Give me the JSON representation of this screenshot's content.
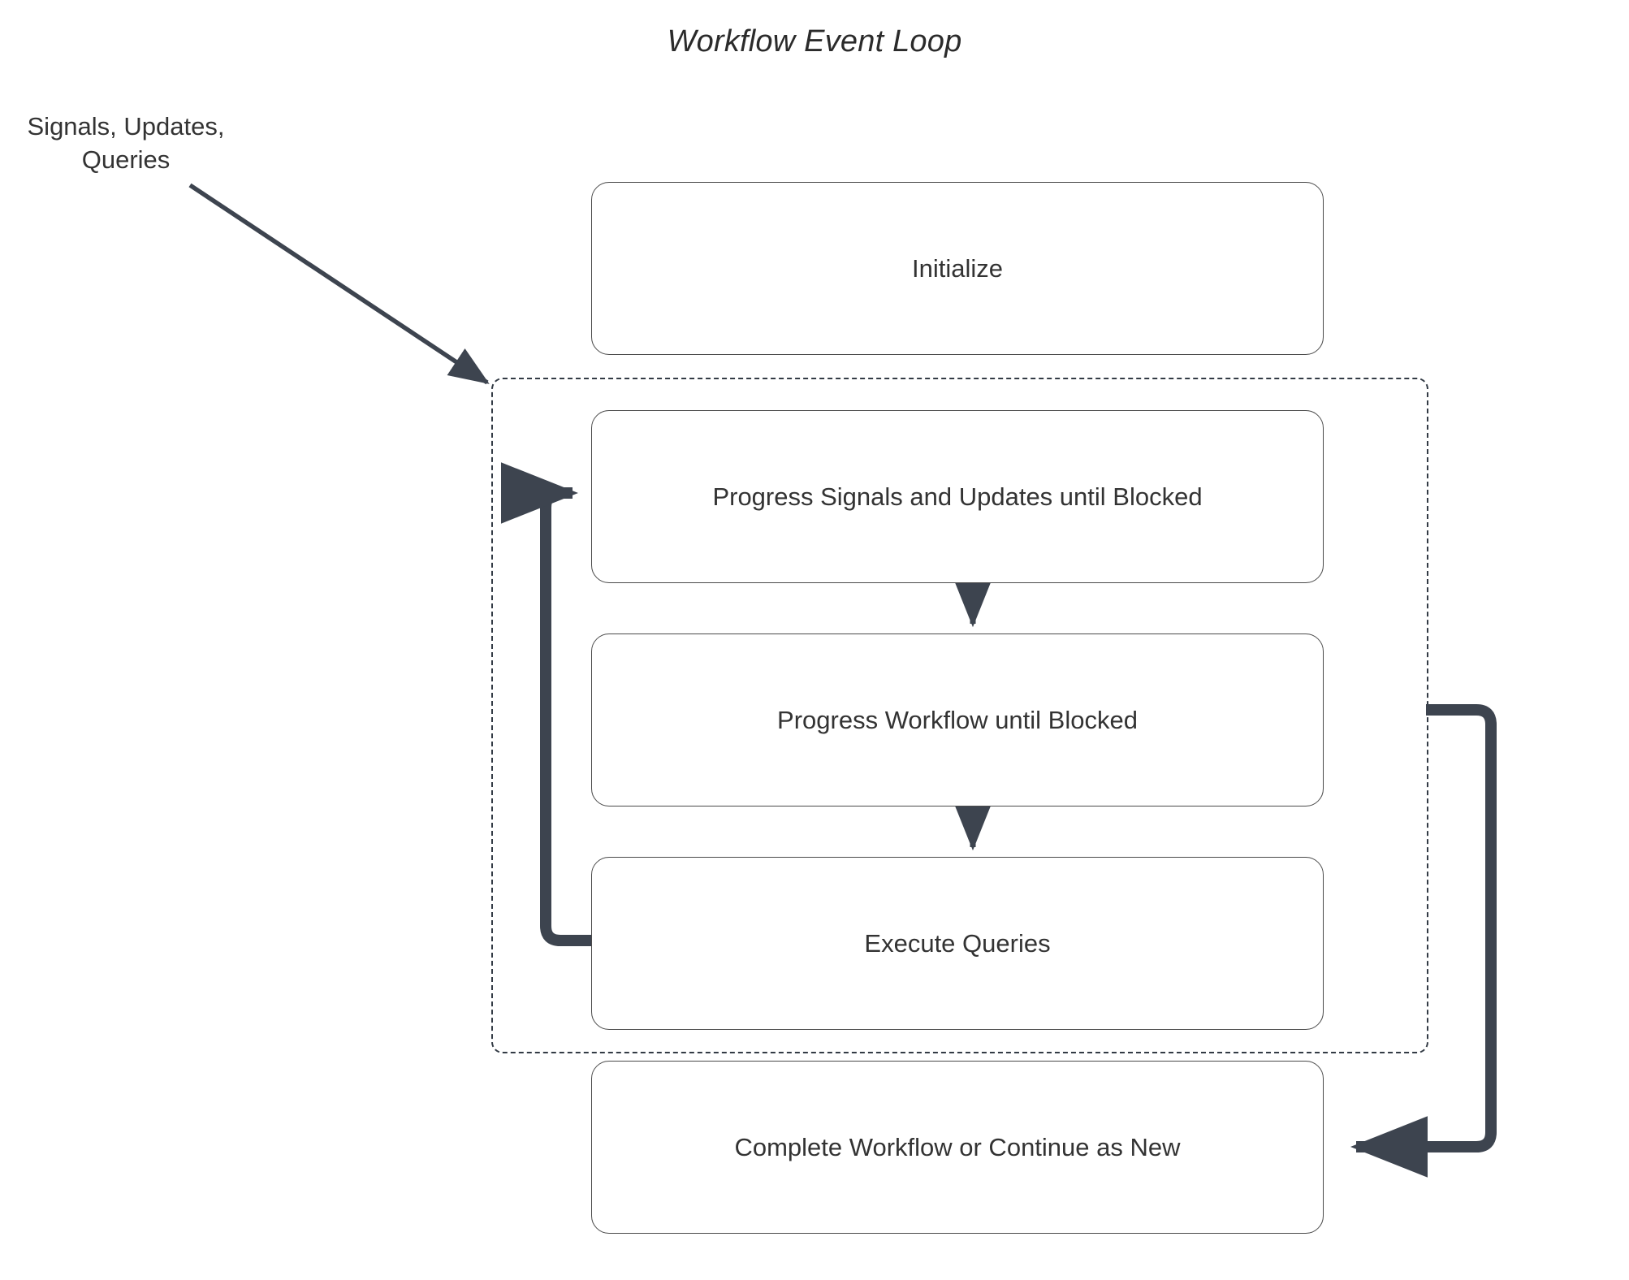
{
  "diagram": {
    "title": "Workflow Event Loop",
    "external_label": "Signals, Updates,\nQueries",
    "colors": {
      "node_border": "#4a4a4a",
      "node_fill": "#ffffff",
      "group_border": "#333b45",
      "connector": "#3d444f",
      "text": "#333333",
      "background": "#ffffff"
    },
    "group": {
      "name": "event-loop-group",
      "style": "dashed"
    },
    "nodes": [
      {
        "id": "initialize",
        "label": "Initialize"
      },
      {
        "id": "progress-signals",
        "label": "Progress Signals and Updates until Blocked"
      },
      {
        "id": "progress-workflow",
        "label": "Progress Workflow until Blocked"
      },
      {
        "id": "execute-queries",
        "label": "Execute Queries"
      },
      {
        "id": "complete-workflow",
        "label": "Complete Workflow or Continue as New"
      }
    ],
    "edges": [
      {
        "id": "signals-to-loop",
        "from": "external-signals-label",
        "to": "event-loop-group",
        "style": "thin-arrow"
      },
      {
        "id": "signals-to-workflow",
        "from": "progress-signals",
        "to": "progress-workflow",
        "style": "thin-arrow"
      },
      {
        "id": "workflow-to-queries",
        "from": "progress-workflow",
        "to": "execute-queries",
        "style": "thin-arrow"
      },
      {
        "id": "queries-back-to-signals",
        "from": "execute-queries",
        "to": "progress-signals",
        "style": "thick-loop-arrow"
      },
      {
        "id": "loop-to-complete",
        "from": "event-loop-group",
        "to": "complete-workflow",
        "style": "thick-loop-arrow"
      }
    ]
  }
}
